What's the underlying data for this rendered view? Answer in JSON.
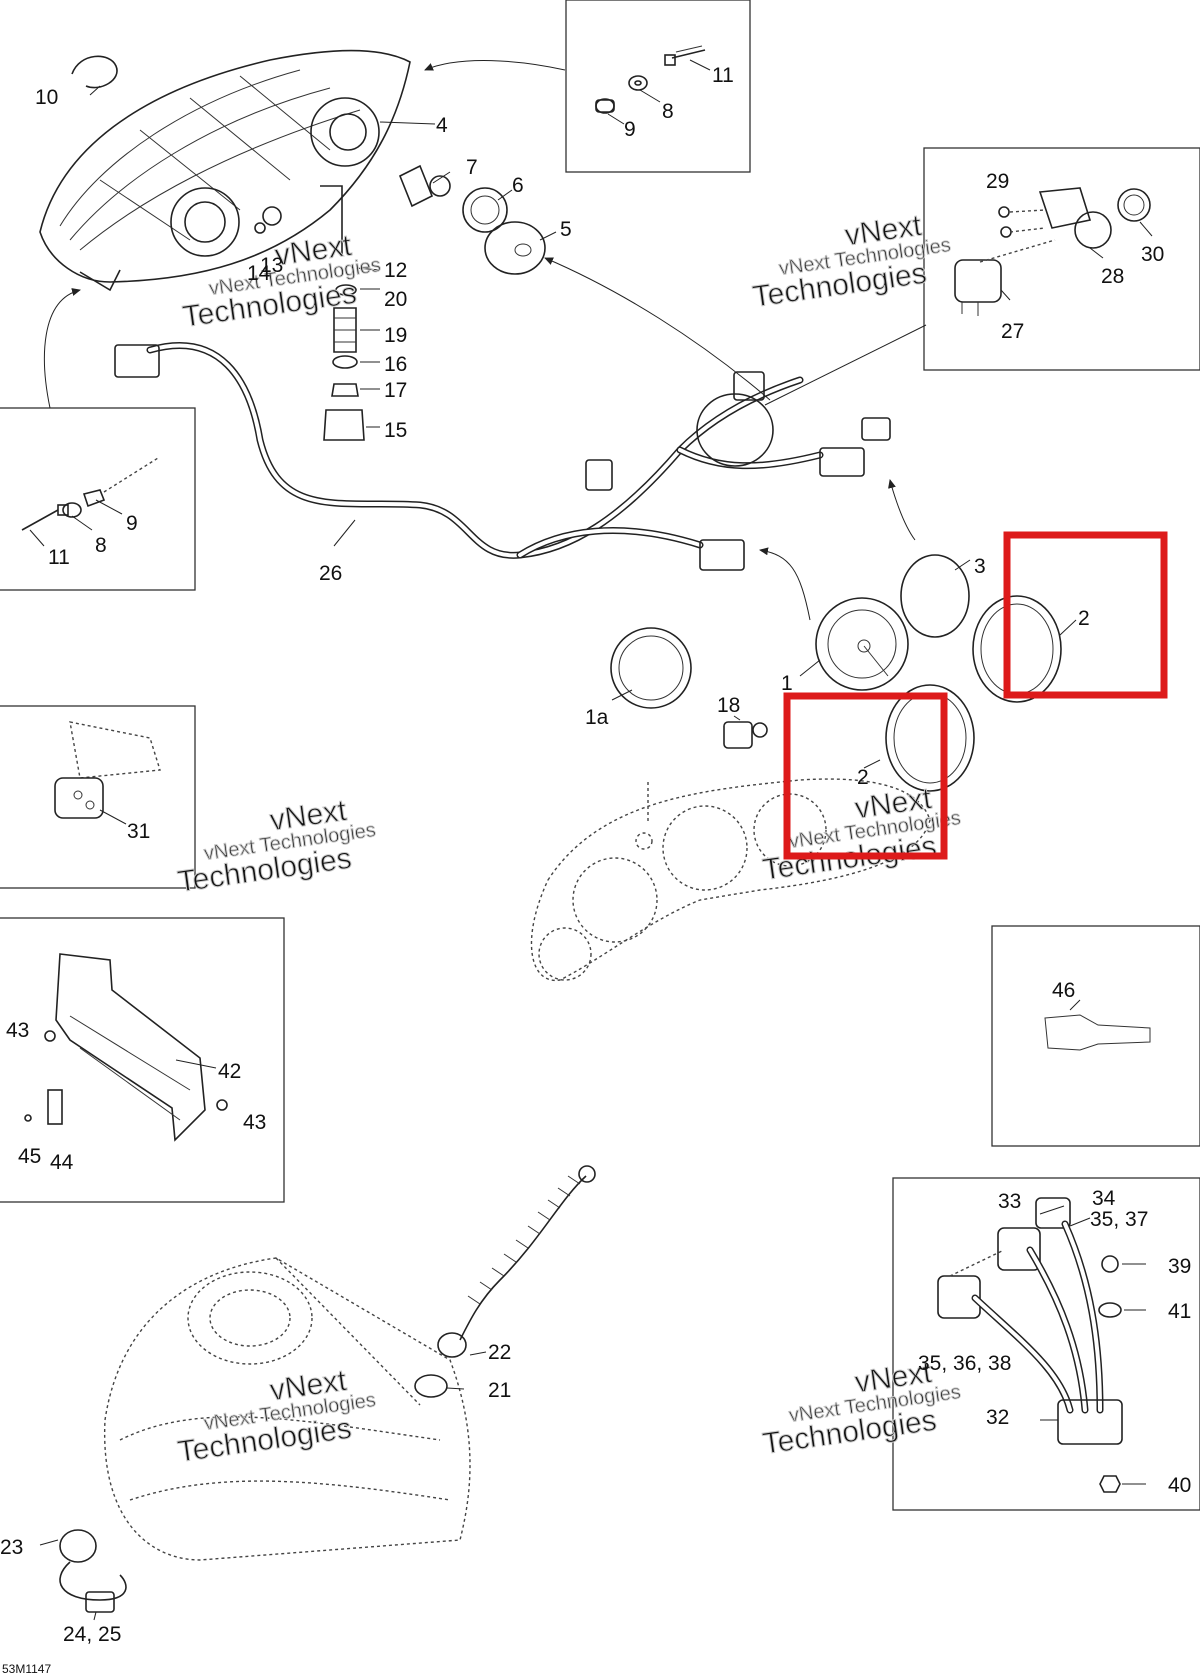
{
  "diagram_code": "53M1147",
  "watermark": {
    "line1": "vNext Technologies",
    "line2": "vNext",
    "line3": "Technologies"
  },
  "highlight_color": "#dd1a1a",
  "labels": {
    "p1": "1",
    "p1a": "1a",
    "p2a": "2",
    "p2b": "2",
    "p3": "3",
    "p4": "4",
    "p5": "5",
    "p6": "6",
    "p7": "7",
    "p8a": "8",
    "p8b": "8",
    "p9a": "9",
    "p9b": "9",
    "p10": "10",
    "p11a": "11",
    "p11b": "11",
    "p12": "12",
    "p13": "13",
    "p14": "14",
    "p15": "15",
    "p16": "16",
    "p17": "17",
    "p18": "18",
    "p19": "19",
    "p20": "20",
    "p21": "21",
    "p22": "22",
    "p23": "23",
    "p24_25": "24, 25",
    "p26": "26",
    "p27": "27",
    "p28": "28",
    "p29": "29",
    "p30": "30",
    "p31": "31",
    "p32": "32",
    "p33": "33",
    "p34": "34",
    "p35_37": "35, 37",
    "p35_36_38": "35, 36, 38",
    "p39": "39",
    "p40": "40",
    "p41": "41",
    "p42": "42",
    "p43a": "43",
    "p43b": "43",
    "p44": "44",
    "p45": "45",
    "p46": "46"
  }
}
